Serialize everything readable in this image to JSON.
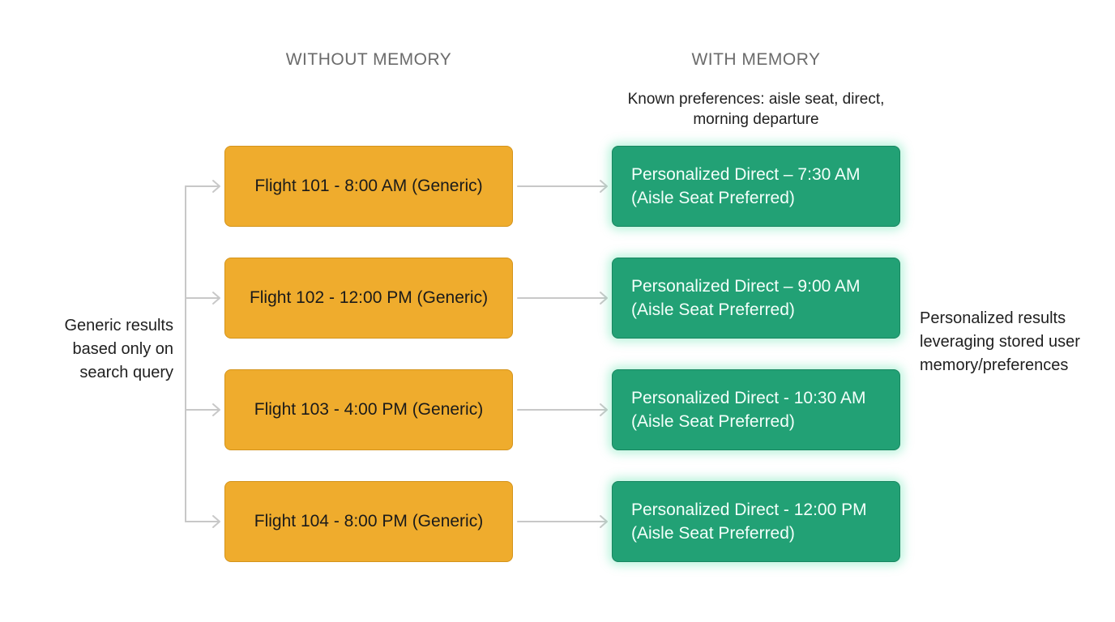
{
  "headers": {
    "left": "WITHOUT MEMORY",
    "right": "WITH MEMORY"
  },
  "preferences": {
    "line1": "Known preferences: aisle seat, direct,",
    "line2": "morning departure"
  },
  "left_note": {
    "line1": "Generic results",
    "line2": "based only on",
    "line3": "search query"
  },
  "right_note": {
    "line1": "Personalized results",
    "line2": "leveraging stored user",
    "line3": "memory/preferences"
  },
  "generic_results": [
    {
      "label": "Flight 101 - 8:00 AM (Generic)"
    },
    {
      "label": "Flight 102 - 12:00 PM (Generic)"
    },
    {
      "label": "Flight 103 - 4:00 PM (Generic)"
    },
    {
      "label": "Flight 104 - 8:00 PM (Generic)"
    }
  ],
  "personalized_results": [
    {
      "line1": "Personalized Direct – 7:30 AM",
      "line2": "(Aisle Seat Preferred)"
    },
    {
      "line1": "Personalized Direct – 9:00 AM",
      "line2": "(Aisle Seat Preferred)"
    },
    {
      "line1": "Personalized Direct - 10:30 AM",
      "line2": "(Aisle Seat Preferred)"
    },
    {
      "line1": "Personalized Direct - 12:00 PM",
      "line2": "(Aisle Seat Preferred)"
    }
  ],
  "colors": {
    "generic_fill": "#efac2d",
    "personalized_fill": "#22a175",
    "connector": "#c8c8c8",
    "header_text": "#6b6b6b"
  }
}
